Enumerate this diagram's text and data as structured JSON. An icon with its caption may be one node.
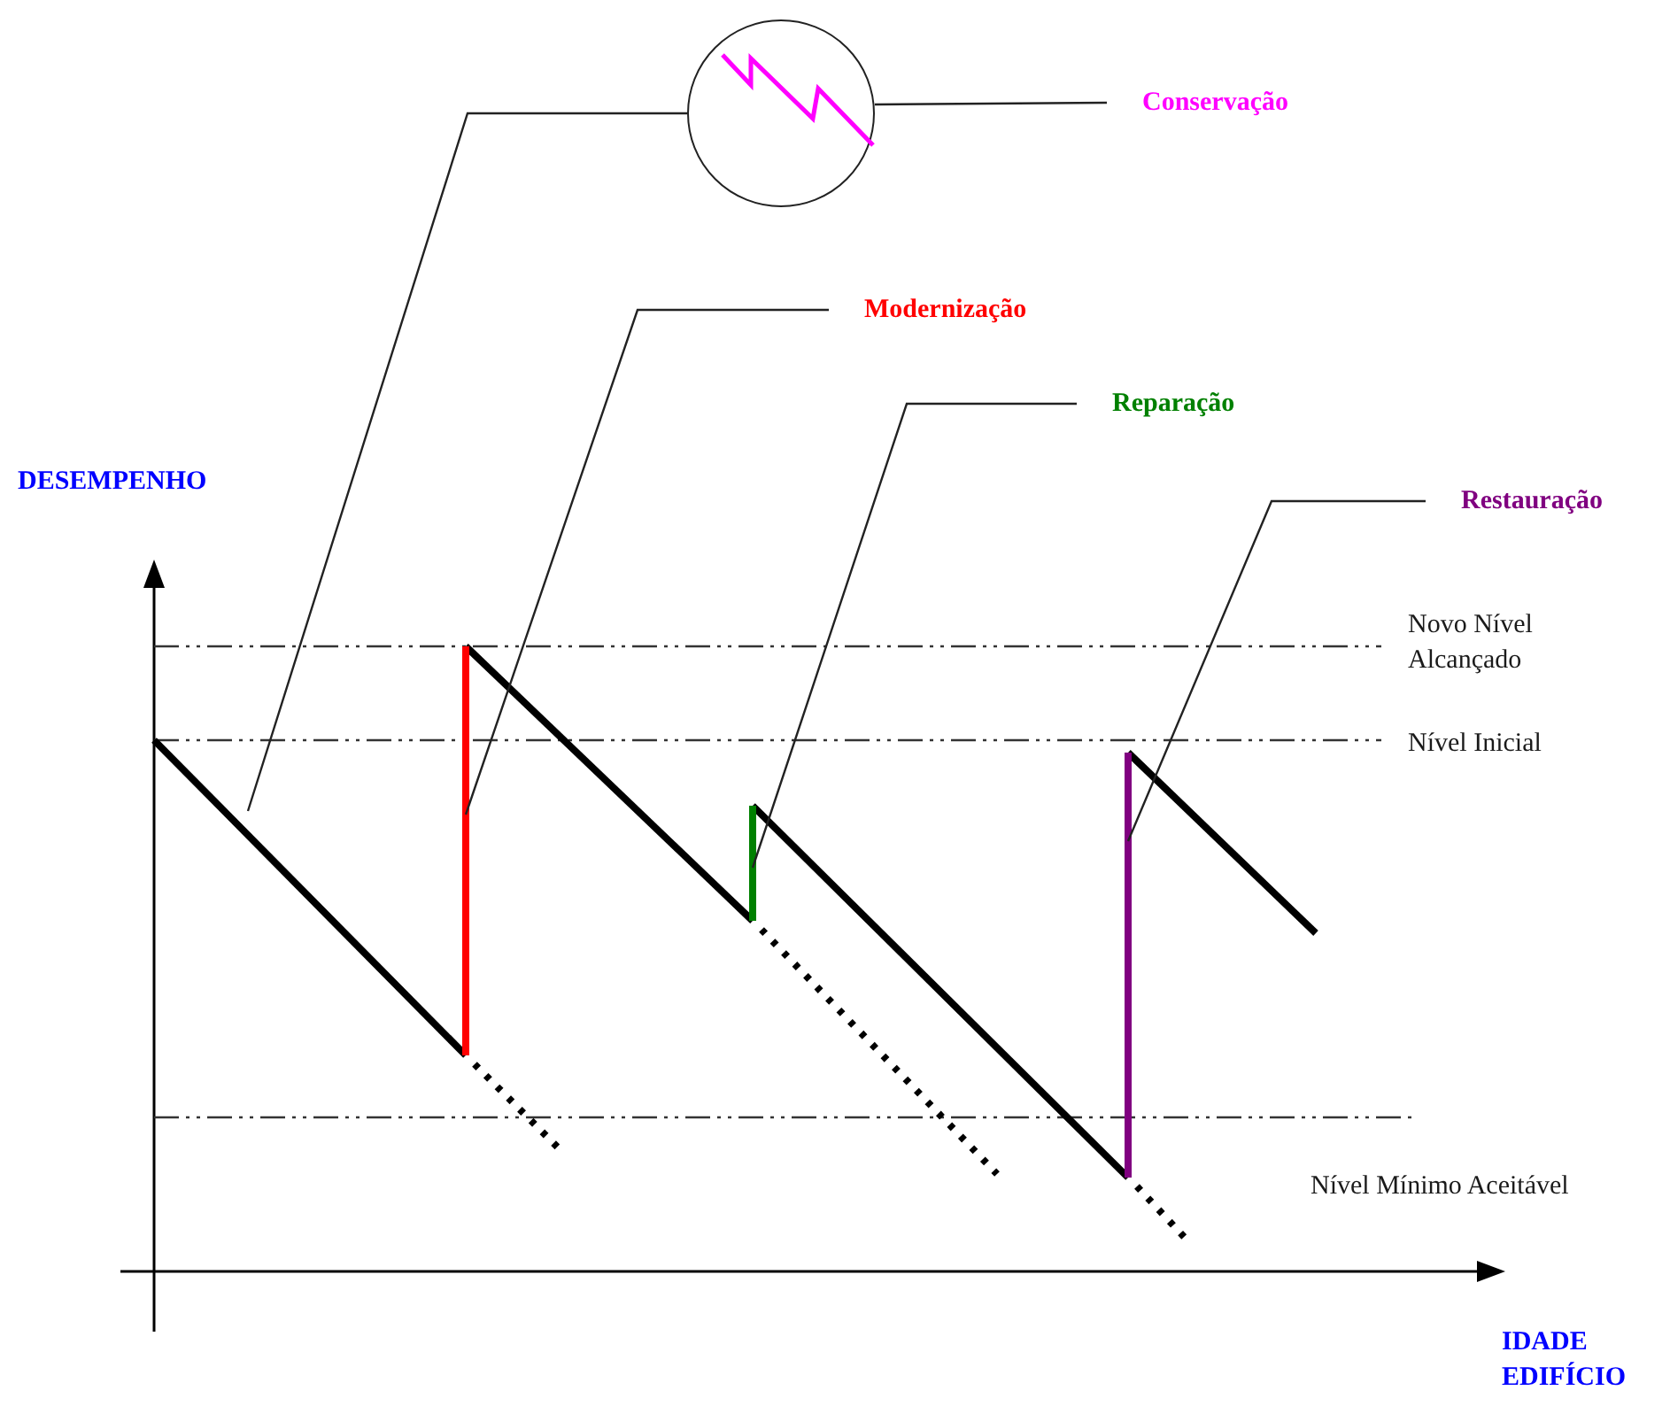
{
  "diagram": {
    "nodes": [
      {
        "text": [
          "Conservação"
        ]
      },
      {
        "text": [],
        "shape": "circle"
      },
      {
        "text": [
          "Modernização"
        ]
      },
      {
        "text": [
          "Reparação"
        ]
      },
      {
        "text": [
          "Restauração"
        ]
      }
    ],
    "edges": [
      {
        "from": 0,
        "to": 1,
        "arrow": "none"
      },
      {
        "from": 1,
        "to": null,
        "arrow": "none"
      },
      {
        "from": 2,
        "to": null,
        "arrow": "none"
      },
      {
        "from": 3,
        "to": null,
        "arrow": "none"
      },
      {
        "from": 4,
        "to": null,
        "arrow": "none"
      }
    ],
    "labels": [
      "DESEMPENHO",
      "Novo Nível Alcançado",
      "Nível Inicial",
      "Nível Mínimo Aceitável",
      "IDADE EDIFÍCIO"
    ]
  }
}
